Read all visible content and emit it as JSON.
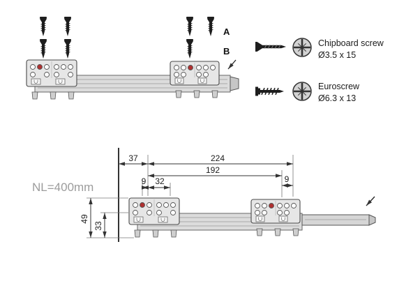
{
  "top_view": {
    "row_a_label": "A",
    "row_b_label": "B"
  },
  "legend": {
    "items": [
      {
        "name": "Chipboard screw",
        "size": "Ø3.5 x 15"
      },
      {
        "name": "Euroscrew",
        "size": "Ø6.3 x 13"
      }
    ]
  },
  "dimension_view": {
    "nominal_length": "NL=400mm",
    "dims": {
      "front_offset": "37",
      "back_hole_span": "224",
      "inner_hole_span": "192",
      "left_offset": "9",
      "hole_group_width": "32",
      "right_offset": "9",
      "overall_height": "49",
      "hole_height": "33"
    }
  },
  "colors": {
    "marker_red": "#b03030",
    "nl_gray": "#9c9c9c",
    "line_dark": "#333333"
  }
}
